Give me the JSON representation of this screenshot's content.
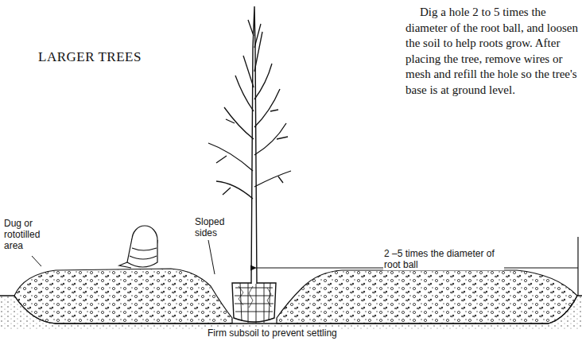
{
  "diagram": {
    "title": "LARGER TREES",
    "labels": [
      "Dig a hole 2 to 5 times the diameter of the root ball, and loosen the soil to help roots grow. After placing the tree, remove wires or mesh and refill the hole so the tree's base is at ground level.",
      "Dug or rototilled area",
      "Sloped sides",
      "2 –5 times the diameter of root ball",
      "Firm subsoil to prevent settling"
    ]
  }
}
